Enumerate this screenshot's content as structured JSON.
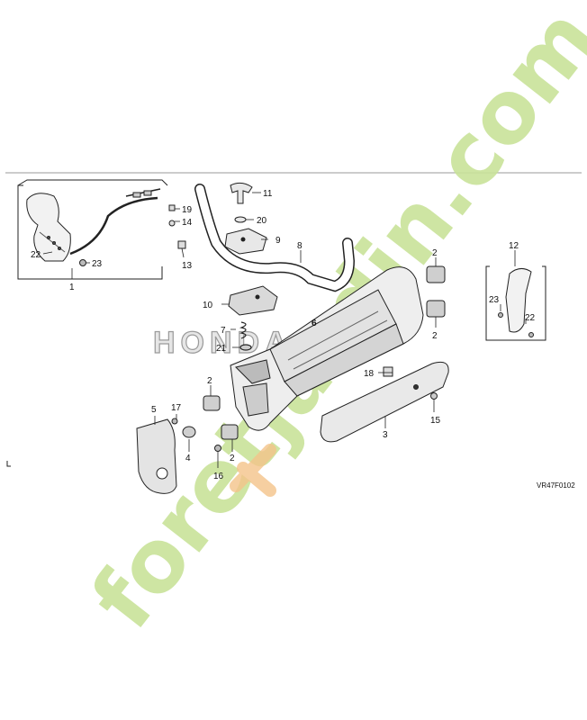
{
  "diagram": {
    "code": "VR47F0102",
    "brand_text": "HONDA",
    "watermark_text": "foretjardin.com",
    "watermark_colors": {
      "green": "#c9e39a",
      "orange": "#f4c38a",
      "grey": "#cfc8bd"
    },
    "line_color": "#222222",
    "part_labels": [
      "1",
      "2",
      "2",
      "2",
      "2",
      "3",
      "4",
      "5",
      "6",
      "7",
      "8",
      "9",
      "10",
      "11",
      "12",
      "13",
      "14",
      "15",
      "16",
      "17",
      "18",
      "19",
      "20",
      "21",
      "22",
      "22",
      "23",
      "23"
    ]
  }
}
